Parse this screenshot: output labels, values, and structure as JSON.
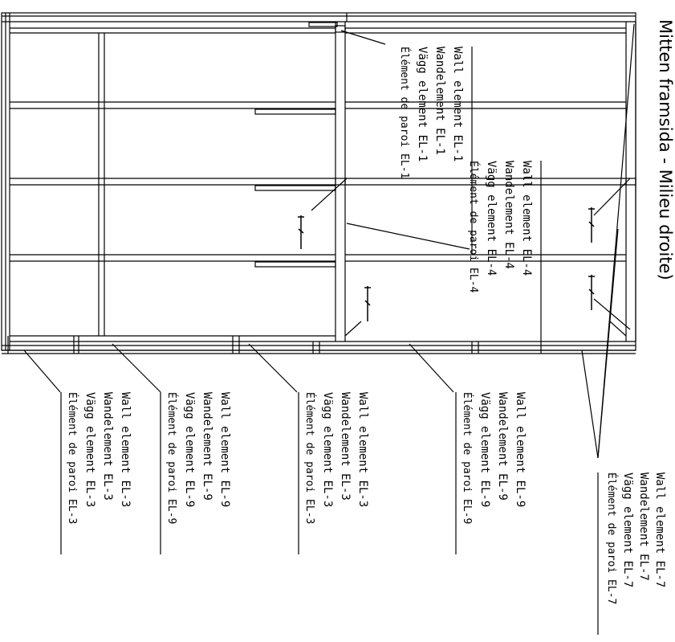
{
  "title": "Mitten framsida - Milieu droite)",
  "labels": {
    "el1": [
      "Wall element  EL-1",
      "Wandelement  EL-1",
      "Vägg element EL-1",
      "Élément de paroi EL-1"
    ],
    "el4": [
      "Wall element  EL-4",
      "Wandelement  EL-4",
      "Vägg element EL-4",
      "Élément de paroi EL-4"
    ],
    "el3a": [
      "Wall element  EL-3",
      "Wandelement  EL-3",
      "Vägg element EL-3",
      "Élément de paroi EL-3"
    ],
    "el9a": [
      "Wall element  EL-9",
      "Wandelement  EL-9",
      "Vägg element EL-9",
      "Élément de paroi EL-9"
    ],
    "el3b": [
      "Wall element  EL-3",
      "Wandelement  EL-3",
      "Vägg element EL-3",
      "Élément de paroi EL-3"
    ],
    "el9b": [
      "Wall element  EL-9",
      "Wandelement  EL-9",
      "Vägg element EL-9",
      "Élément de paroi EL-9"
    ],
    "el7": [
      "Wall element  EL-7",
      "Wandelement  EL-7",
      "Vägg element EL-7",
      "Élément de paroi EL-7"
    ]
  }
}
